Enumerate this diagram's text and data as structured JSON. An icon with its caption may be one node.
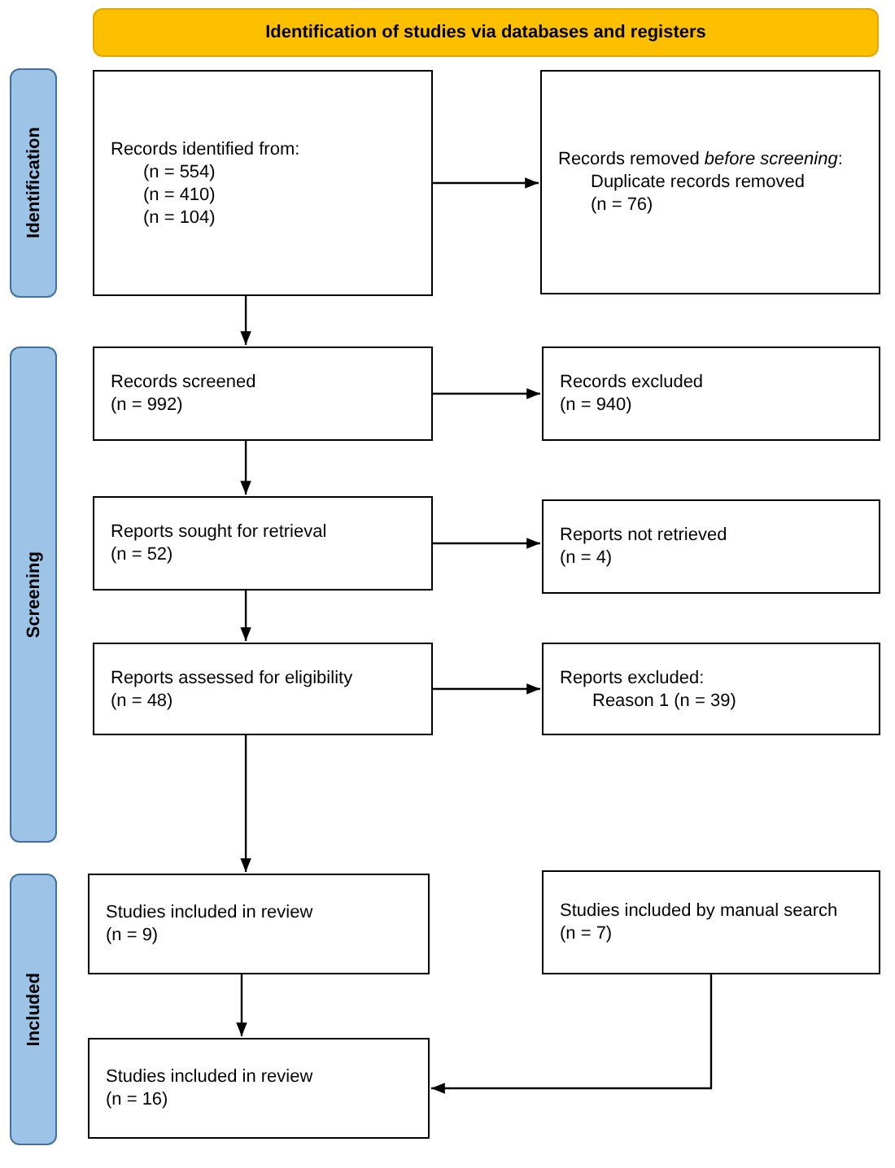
{
  "diagram": {
    "nodes": [
      {
        "text": [
          "Identification of studies via databases and registers"
        ]
      },
      {
        "text": [
          "Identification"
        ]
      },
      {
        "text": [
          "Screening"
        ]
      },
      {
        "text": [
          "Included"
        ]
      },
      {
        "text": [
          "Records identified from:",
          "(n = 554)",
          "(n = 410)",
          "(n = 104)"
        ]
      },
      {
        "text": [
          "Records removed *before screening*:",
          "Duplicate records removed",
          "(n = 76)"
        ]
      },
      {
        "text": [
          "Records screened",
          "(n = 992)"
        ]
      },
      {
        "text": [
          "Records excluded",
          "(n = 940)"
        ]
      },
      {
        "text": [
          "Reports sought for retrieval",
          "(n = 52)"
        ]
      },
      {
        "text": [
          "Reports not retrieved",
          "(n = 4)"
        ]
      },
      {
        "text": [
          "Reports assessed for eligibility",
          "(n = 48)"
        ]
      },
      {
        "text": [
          "Reports excluded:",
          "Reason 1 (n = 39)"
        ]
      },
      {
        "text": [
          "Studies included in review",
          "(n = 9)"
        ]
      },
      {
        "text": [
          "Studies included by manual search",
          "(n = 7)"
        ]
      },
      {
        "text": [
          "Studies included in review",
          "(n = 16)"
        ]
      }
    ],
    "edges": [
      {
        "from": 4,
        "to": 5,
        "arrow": "to"
      },
      {
        "from": 4,
        "to": 6,
        "arrow": "to"
      },
      {
        "from": 6,
        "to": 7,
        "arrow": "to"
      },
      {
        "from": 6,
        "to": 8,
        "arrow": "to"
      },
      {
        "from": 8,
        "to": 9,
        "arrow": "to"
      },
      {
        "from": 8,
        "to": 10,
        "arrow": "to"
      },
      {
        "from": 10,
        "to": 11,
        "arrow": "to"
      },
      {
        "from": 10,
        "to": 12,
        "arrow": "to"
      },
      {
        "from": 12,
        "to": 14,
        "arrow": "to"
      },
      {
        "from": 13,
        "to": 14,
        "arrow": "to"
      }
    ]
  }
}
